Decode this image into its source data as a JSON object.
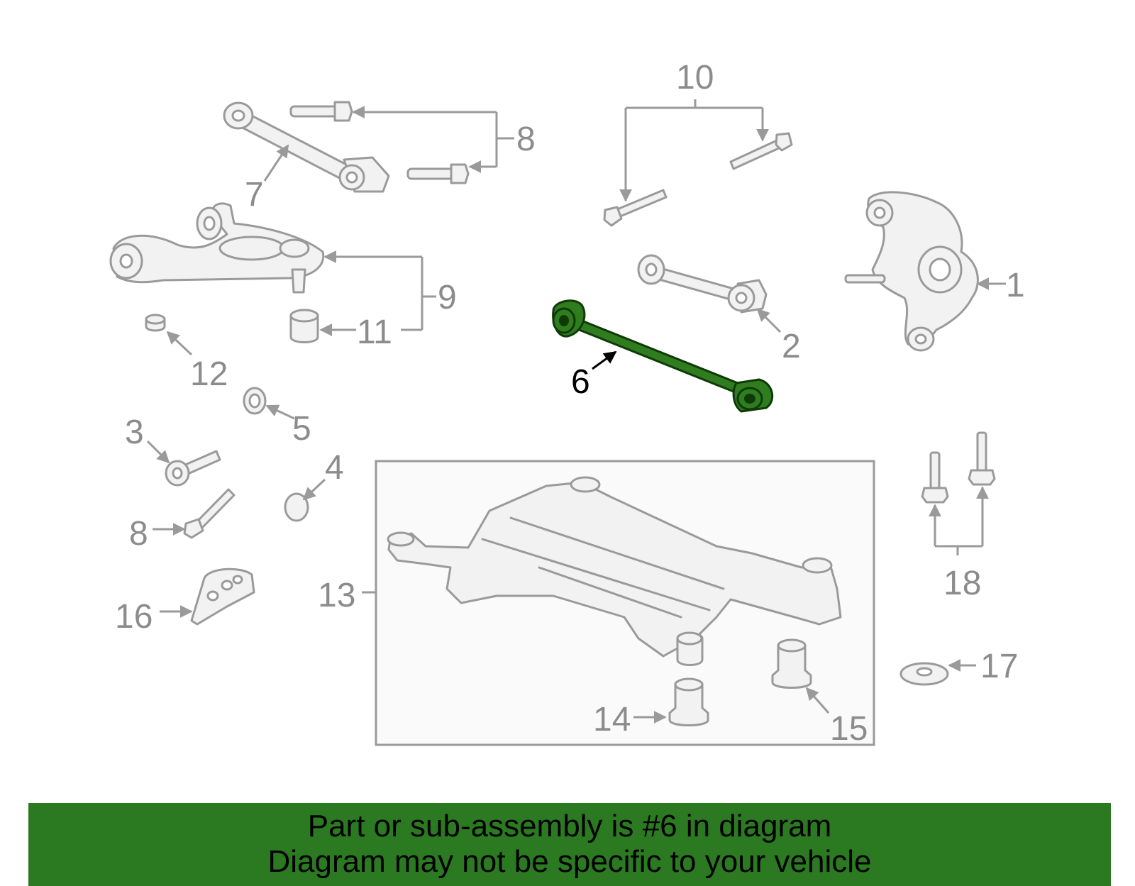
{
  "highlight_color": "#2b7a22",
  "callouts": {
    "c1": "1",
    "c2": "2",
    "c3": "3",
    "c4": "4",
    "c5": "5",
    "c6": "6",
    "c7": "7",
    "c8a": "8",
    "c8b": "8",
    "c9": "9",
    "c10": "10",
    "c11": "11",
    "c12": "12",
    "c13": "13",
    "c14": "14",
    "c15": "15",
    "c16": "16",
    "c17": "17",
    "c18": "18"
  },
  "banner": {
    "line1": "Part or sub-assembly is #6 in diagram",
    "line2": "Diagram may not be specific to your vehicle"
  }
}
